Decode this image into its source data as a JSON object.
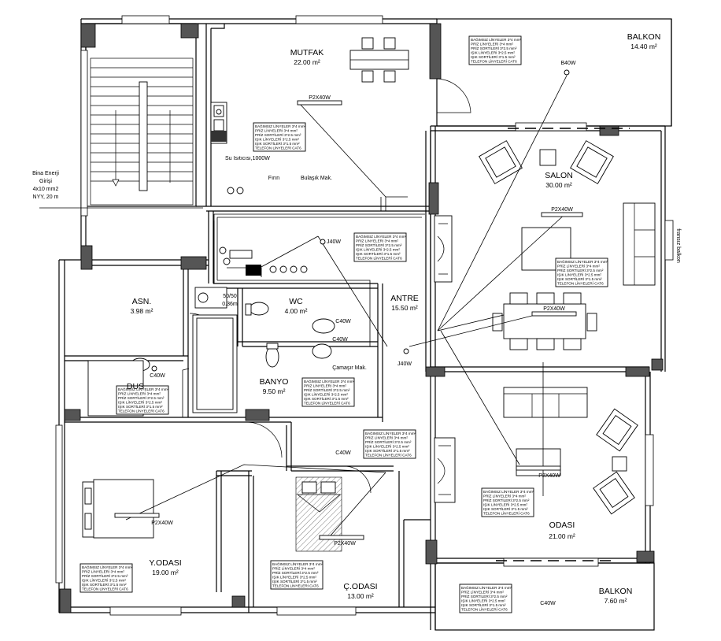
{
  "rooms": {
    "mutfak": {
      "name": "MUTFAK",
      "area": "22.00 m²"
    },
    "balkon_top": {
      "name": "BALKON",
      "area": "14.40 m²"
    },
    "salon": {
      "name": "SALON",
      "area": "30.00 m²"
    },
    "antre": {
      "name": "ANTRE",
      "area": "15.50 m²"
    },
    "asn": {
      "name": "ASN.",
      "area": "3.98 m²"
    },
    "wc": {
      "name": "WC",
      "area": "4.00 m²"
    },
    "banyo": {
      "name": "BANYO",
      "area": "9.50 m²"
    },
    "dus": {
      "name": "DUS"
    },
    "yodasi": {
      "name": "Y.ODASI",
      "area": "19.00 m²"
    },
    "codasi": {
      "name": "Ç.ODASI",
      "area": "13.00 m²"
    },
    "odasi": {
      "name": "ODASI",
      "area": "21.00 m²"
    },
    "balkon_bottom": {
      "name": "BALKON",
      "area": "7.60 m²"
    },
    "fransiz_balkon": {
      "name": "fransız balkon"
    }
  },
  "entry": {
    "line1": "Bina Enerji",
    "line2": "Girişi",
    "line3": "4x10 mm2",
    "line4": "NYY, 20 m"
  },
  "fixtures": {
    "p2x40w": "P2X40W",
    "j40w": "J40W",
    "c40w": "C40W",
    "b40w": "B40W",
    "su_isiticisi": "Su Isıtıcısı,1000W",
    "firin": "Fırın",
    "bulasik": "Bulaşık Mak.",
    "camasir": "Çamaşır Mak.",
    "panel_line1": "50/50",
    "panel_line2": "0.36m"
  },
  "spec_note": [
    "BAĞIMSIZ LİNYELER 3*4 mm²",
    "PRİZ LİNYELERİ 3*4 mm²",
    "PRİZ SORTİLERİ 3*2.5 mm²",
    "IŞIK LİNYELERİ 3*2.5 mm²",
    "IŞIK SORTİLERİ 3*1.5 mm²",
    "TELEFON LİNYELERİ CAT6"
  ],
  "colors": {
    "ink": "#000000",
    "column": "#555555",
    "paper": "#ffffff"
  }
}
